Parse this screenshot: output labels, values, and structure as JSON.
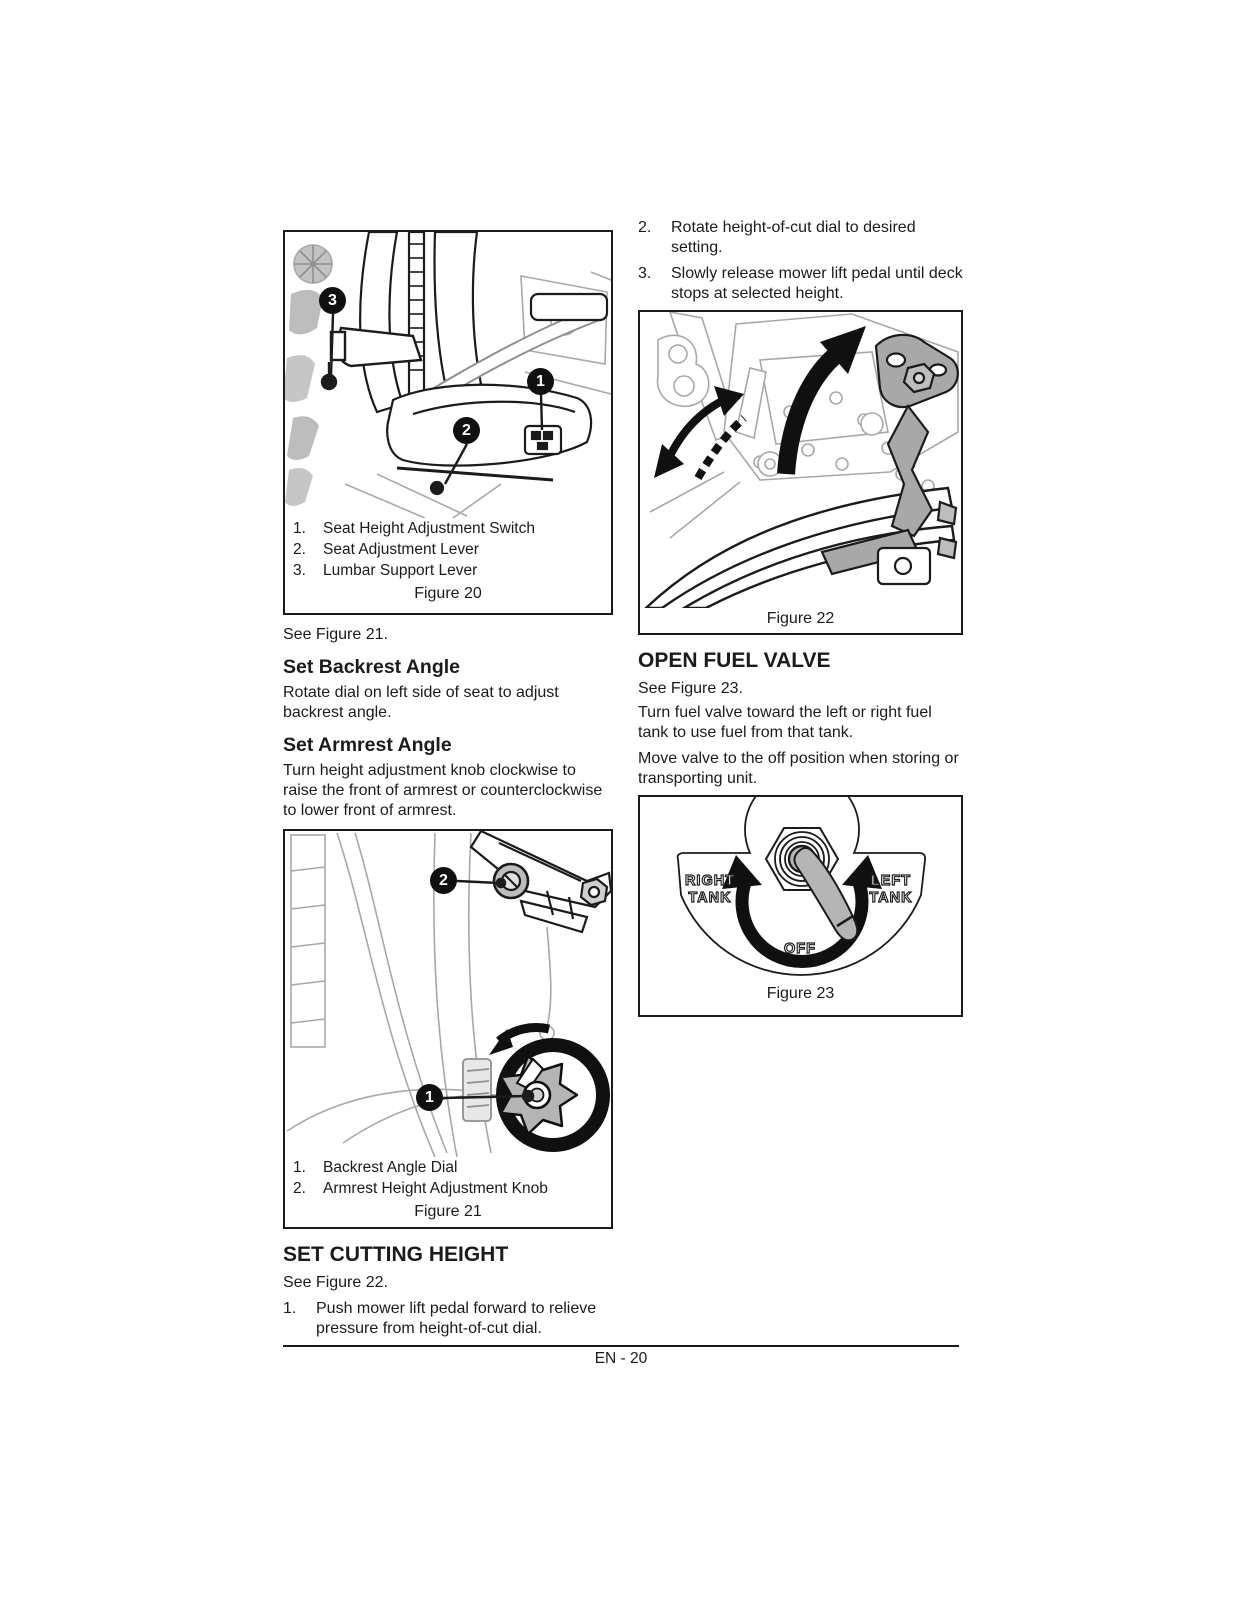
{
  "doc": {
    "footer": "EN - 20"
  },
  "left": {
    "fig20": {
      "callouts": {
        "c1": "1",
        "c2": "2",
        "c3": "3"
      },
      "legend": [
        {
          "num": "1.",
          "label": "Seat Height Adjustment Switch"
        },
        {
          "num": "2.",
          "label": "Seat Adjustment Lever"
        },
        {
          "num": "3.",
          "label": "Lumbar Support Lever"
        }
      ],
      "caption": "Figure 20"
    },
    "see21": "See Figure 21.",
    "backrest": {
      "heading": "Set Backrest Angle",
      "body": "Rotate dial on left side of seat to adjust\nbackrest angle."
    },
    "armrest": {
      "heading": "Set Armrest Angle",
      "body": "Turn height adjustment knob clockwise to\nraise the front of armrest or counterclockwise\nto lower front of armrest."
    },
    "fig21": {
      "callouts": {
        "c1": "1",
        "c2": "2"
      },
      "legend": [
        {
          "num": "1.",
          "label": "Backrest Angle Dial"
        },
        {
          "num": "2.",
          "label": "Armrest Height Adjustment Knob"
        }
      ],
      "caption": "Figure 21"
    },
    "cutting": {
      "heading": "SET CUTTING HEIGHT",
      "see": "See Figure 22.",
      "step1_num": "1.",
      "step1": "Push mower lift pedal forward to relieve\npressure from height-of-cut dial."
    }
  },
  "right": {
    "step2_num": "2.",
    "step2": "Rotate height-of-cut dial to desired\nsetting.",
    "step3_num": "3.",
    "step3": "Slowly release mower lift pedal until deck\nstops at selected height.",
    "fig22": {
      "caption": "Figure 22"
    },
    "fuel": {
      "heading": "OPEN FUEL VALVE",
      "see": "See Figure 23.",
      "para1": "Turn fuel valve toward the left or right fuel\ntank to use fuel from that tank.",
      "para2": "Move valve to the off position when storing or\ntransporting unit."
    },
    "fig23": {
      "labels": {
        "right_tank": "RIGHT\nTANK",
        "left_tank": "LEFT\nTANK",
        "off": "OFF"
      },
      "caption": "Figure 23"
    }
  }
}
